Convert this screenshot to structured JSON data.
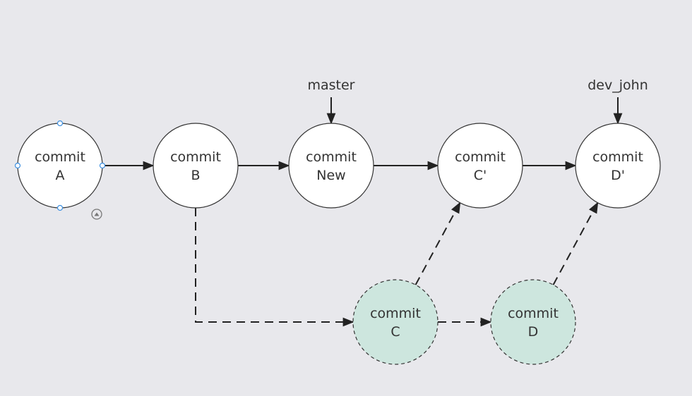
{
  "colors": {
    "background": "#e8e8ec",
    "node_fill": "#ffffff",
    "node_stroke": "#333333",
    "rebased_from_fill": "#cde6de",
    "edge": "#222222",
    "selection_handle": "#3c8fe0"
  },
  "nodes": [
    {
      "id": "A",
      "label_line1": "commit",
      "label_line2": "A",
      "style": "solid"
    },
    {
      "id": "B",
      "label_line1": "commit",
      "label_line2": "B",
      "style": "solid"
    },
    {
      "id": "New",
      "label_line1": "commit",
      "label_line2": "New",
      "style": "solid"
    },
    {
      "id": "Cp",
      "label_line1": "commit",
      "label_line2": "C'",
      "style": "solid"
    },
    {
      "id": "Dp",
      "label_line1": "commit",
      "label_line2": "D'",
      "style": "solid"
    },
    {
      "id": "C",
      "label_line1": "commit",
      "label_line2": "C",
      "style": "dashed"
    },
    {
      "id": "D",
      "label_line1": "commit",
      "label_line2": "D",
      "style": "dashed"
    }
  ],
  "refs": [
    {
      "name": "master",
      "target": "New"
    },
    {
      "name": "dev_john",
      "target": "Dp"
    }
  ],
  "edges": [
    {
      "from": "A",
      "to": "B",
      "style": "solid"
    },
    {
      "from": "B",
      "to": "New",
      "style": "solid"
    },
    {
      "from": "New",
      "to": "Cp",
      "style": "solid"
    },
    {
      "from": "Cp",
      "to": "Dp",
      "style": "solid"
    },
    {
      "from": "B",
      "to": "C",
      "style": "dashed"
    },
    {
      "from": "C",
      "to": "D",
      "style": "dashed"
    },
    {
      "from": "C",
      "to": "Cp",
      "style": "dashed"
    },
    {
      "from": "D",
      "to": "Dp",
      "style": "dashed"
    }
  ],
  "selected_node": "A"
}
